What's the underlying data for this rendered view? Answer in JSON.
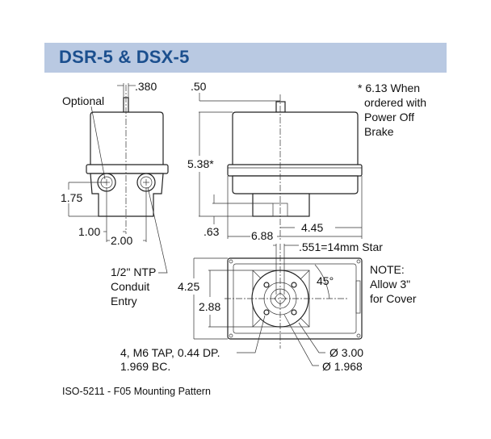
{
  "header": {
    "title": "DSR-5 & DSX-5"
  },
  "side_view": {
    "shaft_width": ".380",
    "optional_label": "Optional",
    "height_to_conduit": "1.75",
    "offset_1": "1.00",
    "offset_2": "2.00",
    "conduit_label": [
      "1/2\" NTP",
      "Conduit",
      "Entry"
    ]
  },
  "front_view": {
    "shaft_height": ".50",
    "total_height": "5.38*",
    "base_height": ".63",
    "width": "6.88",
    "half_width": "4.45",
    "footnote": [
      "* 6.13 When",
      "ordered with",
      "Power Off",
      "Brake"
    ]
  },
  "bottom_view": {
    "star": ".551=14mm Star",
    "depth": "4.25",
    "pattern": "2.88",
    "angle": "45°",
    "note": [
      "NOTE:",
      "Allow 3\"",
      "for Cover"
    ],
    "tap": [
      "4, M6 TAP, 0.44 DP.",
      "1.969 BC."
    ],
    "dia_outer": "Ø 3.00",
    "dia_inner": "Ø 1.968"
  },
  "caption": "ISO-5211 - F05 Mounting Pattern"
}
